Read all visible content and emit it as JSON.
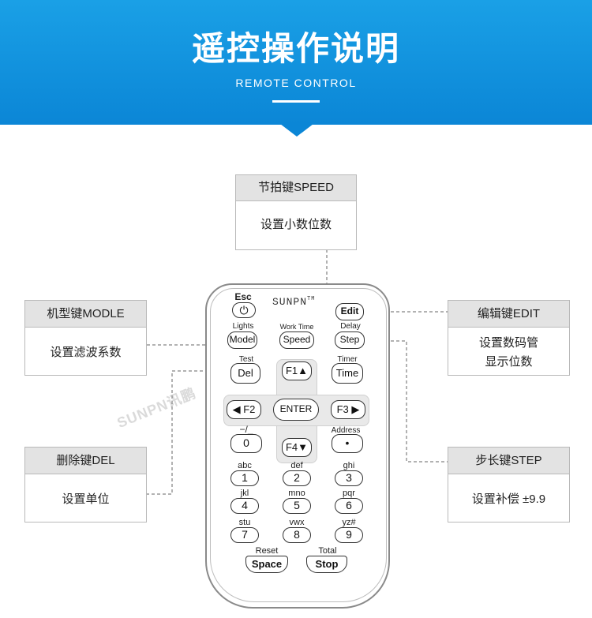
{
  "banner": {
    "title": "遥控操作说明",
    "subtitle": "REMOTE CONTROL"
  },
  "callouts": {
    "speed": {
      "title": "节拍键SPEED",
      "desc": "设置小数位数"
    },
    "model": {
      "title": "机型键MODLE",
      "desc": "设置滤波系数"
    },
    "del": {
      "title": "删除键DEL",
      "desc": "设置单位"
    },
    "edit": {
      "title": "编辑键EDIT",
      "desc_line1": "设置数码管",
      "desc_line2": "显示位数"
    },
    "step": {
      "title": "步长键STEP",
      "desc": "设置补偿  ±9.9"
    }
  },
  "remote": {
    "brand": "SUNPN",
    "trademark": "TM",
    "watermark": "SUNPN讯鹏",
    "keys": {
      "esc_label": "Esc",
      "power_symbol": "⏻",
      "edit": "Edit",
      "lights_label": "Lights",
      "model": "Model",
      "worktime_label": "Work Time",
      "speed": "Speed",
      "delay_label": "Delay",
      "step": "Step",
      "test_label": "Test",
      "del": "Del",
      "timer_label": "Timer",
      "time": "Time",
      "f1": "F1▲",
      "f2": "◀ F2",
      "enter": "ENTER",
      "f3": "F3 ▶",
      "f4": "F4▼",
      "minus_label": "−/_",
      "k0": "0",
      "address_label": "Address",
      "dot": "•",
      "abc": "abc",
      "k1": "1",
      "def": "def",
      "k2": "2",
      "ghi": "ghi",
      "k3": "3",
      "jkl": "jkl",
      "k4": "4",
      "mno": "mno",
      "k5": "5",
      "pqr": "pqr",
      "k6": "6",
      "stu": "stu",
      "k7": "7",
      "vwx": "vwx",
      "k8": "8",
      "yz": "yz#",
      "k9": "9",
      "reset_label": "Reset",
      "space": "Space",
      "total_label": "Total",
      "stop": "Stop"
    }
  }
}
